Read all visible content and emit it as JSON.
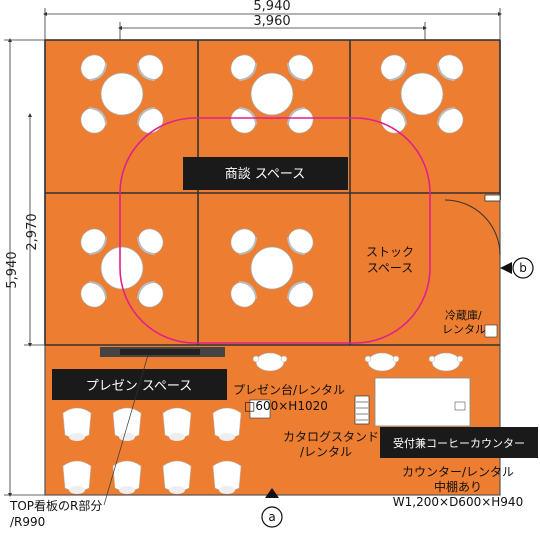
{
  "dimensions": {
    "top_outer": "5,940",
    "top_inner": "3,960",
    "left_outer": "5,940",
    "left_inner": "2,970"
  },
  "zones": {
    "negotiation": "商談 スペース",
    "stock_line1": "ストック",
    "stock_line2": "スペース",
    "presentation": "プレゼン スペース",
    "reception": "受付兼コーヒーカウンター"
  },
  "notes": {
    "fridge_line1": "冷蔵庫/",
    "fridge_line2": "レンタル",
    "podium_line1": "プレゼン台/レンタル",
    "podium_line2": "□600×H1020",
    "catalog_line1": "カタログスタンド",
    "catalog_line2": "/レンタル",
    "counter_line1": "カウンター/レンタル",
    "counter_line2": "中棚あり",
    "counter_line3": "W1,200×D600×H940",
    "sign_line1": "TOP看板のR部分",
    "sign_line2": "/R990"
  },
  "entrances": {
    "a": "a",
    "b": "b"
  },
  "colors": {
    "floor": "#ed7d31",
    "wall": "#333333",
    "label_bg": "#1a1a1a",
    "route": "#e0218a"
  }
}
